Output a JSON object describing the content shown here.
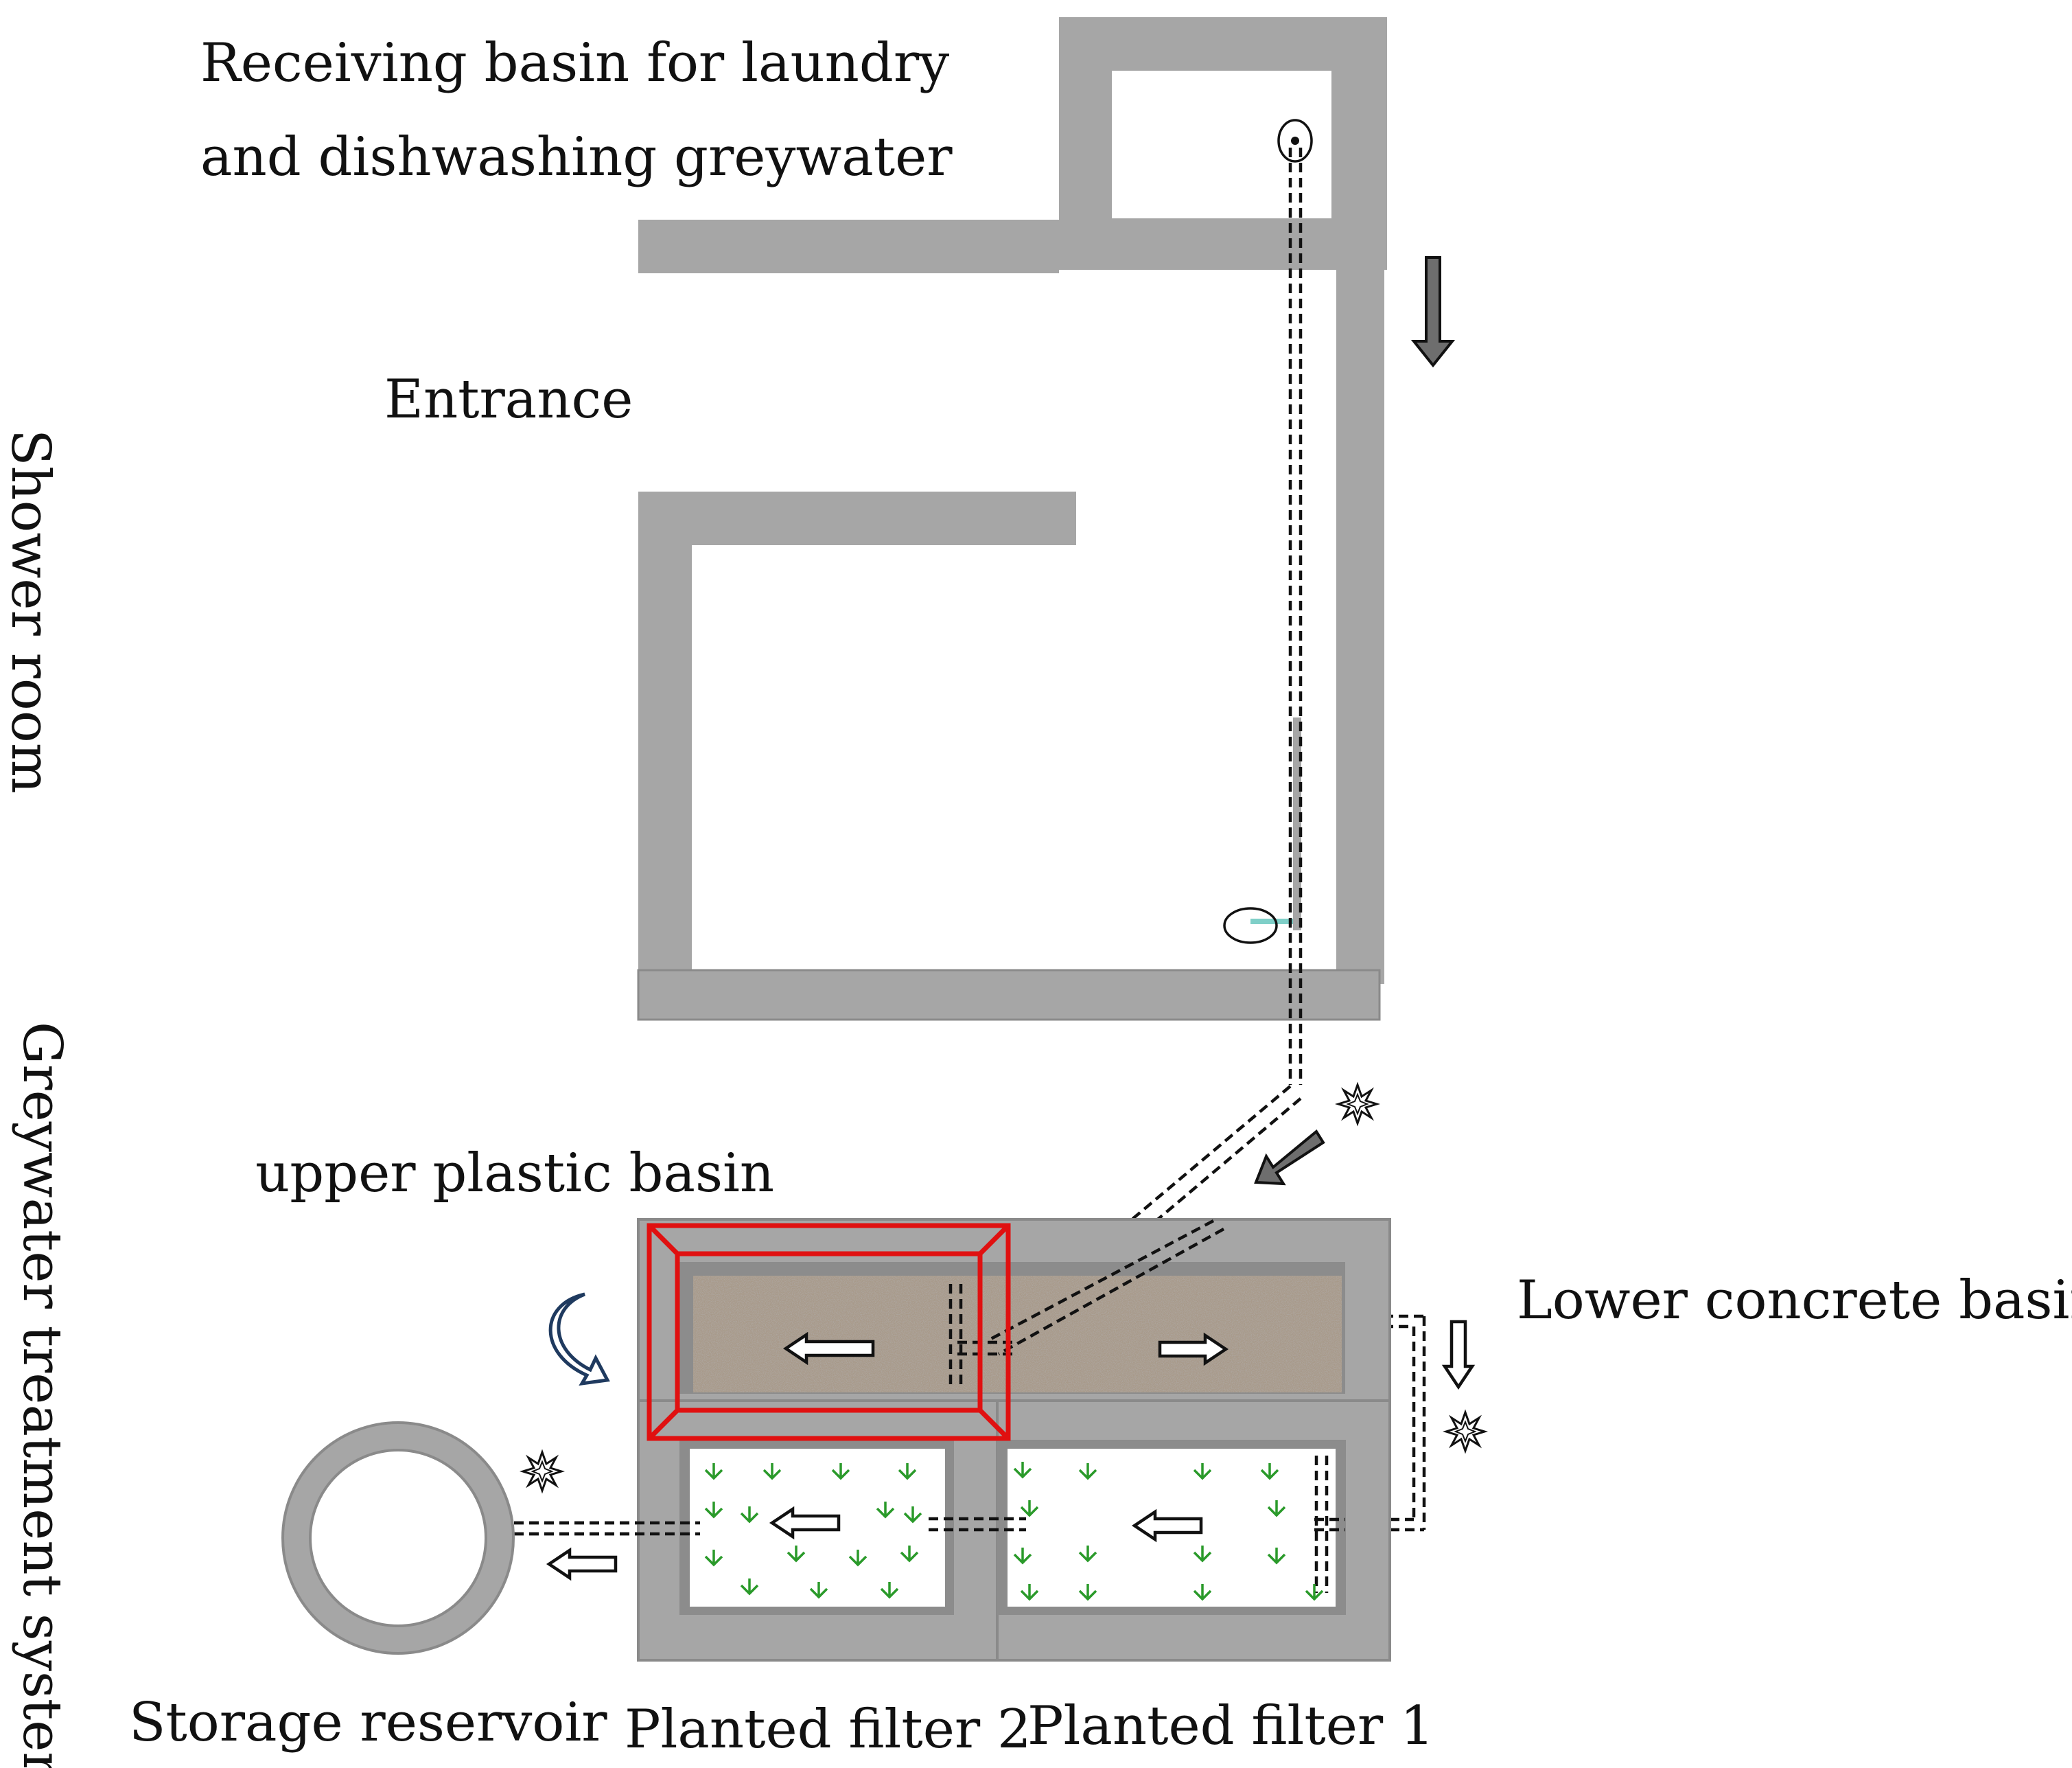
{
  "labels": {
    "receiving_line1": "Receiving  basin  for  laundry",
    "receiving_line2": "and dishwashing greywater",
    "entrance": "Entrance",
    "shower_room": "Shower room",
    "greywater_system": "Greywater treatment system",
    "upper_plastic_basin": "upper plastic basin",
    "lower_concrete_basin": "Lower concrete basin",
    "storage_reservoir": "Storage reservoir",
    "planted_filter_2": "Planted filter 2",
    "planted_filter_1": "Planted filter 1"
  },
  "colors": {
    "wall": "#a6a6a6",
    "basin_frame": "#8c8c8c",
    "highlight": "#e01010",
    "plant": "#2a9a2a",
    "gravel": "#a89a8a",
    "pipe": "#111111",
    "curved_arrow": "#1f3a5f",
    "drain_accent": "#7fcfc8"
  },
  "icons": {
    "flow_arrow": "hollow-arrow-icon",
    "sampling_point": "star-icon",
    "recirculation": "curved-arrow-icon",
    "drain": "drain-icon",
    "plant": "plant-icon"
  }
}
